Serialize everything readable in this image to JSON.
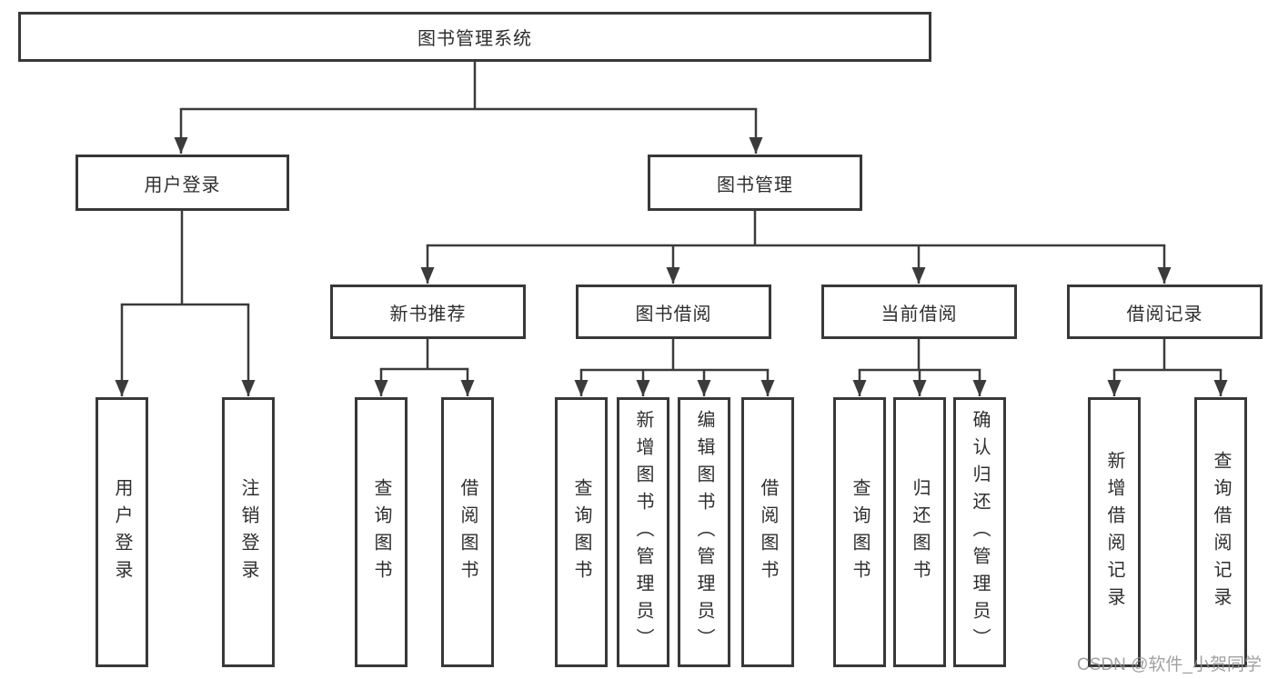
{
  "diagram_title": "图书管理系统",
  "tree": {
    "root": {
      "label": "图书管理系统"
    },
    "branches": [
      {
        "label": "用户登录",
        "children": [
          {
            "label": "用户登录"
          },
          {
            "label": "注销登录"
          }
        ]
      },
      {
        "label": "图书管理",
        "groups": [
          {
            "label": "新书推荐",
            "children": [
              {
                "label": "查询图书"
              },
              {
                "label": "借阅图书"
              }
            ]
          },
          {
            "label": "图书借阅",
            "children": [
              {
                "label": "查询图书"
              },
              {
                "label": "新增图书（管理员）"
              },
              {
                "label": "编辑图书（管理员）"
              },
              {
                "label": "借阅图书"
              }
            ]
          },
          {
            "label": "当前借阅",
            "children": [
              {
                "label": "查询图书"
              },
              {
                "label": "归还图书"
              },
              {
                "label": "确认归还（管理员）"
              }
            ]
          },
          {
            "label": "借阅记录",
            "children": [
              {
                "label": "新增借阅记录"
              },
              {
                "label": "查询借阅记录"
              }
            ]
          }
        ]
      }
    ]
  },
  "watermark": "CSDN @软件_小贺同学",
  "colors": {
    "line": "#3b3b3b",
    "box_border": "#383838",
    "text": "#2e2e2e",
    "watermark": "#919191",
    "background": "#ffffff"
  }
}
